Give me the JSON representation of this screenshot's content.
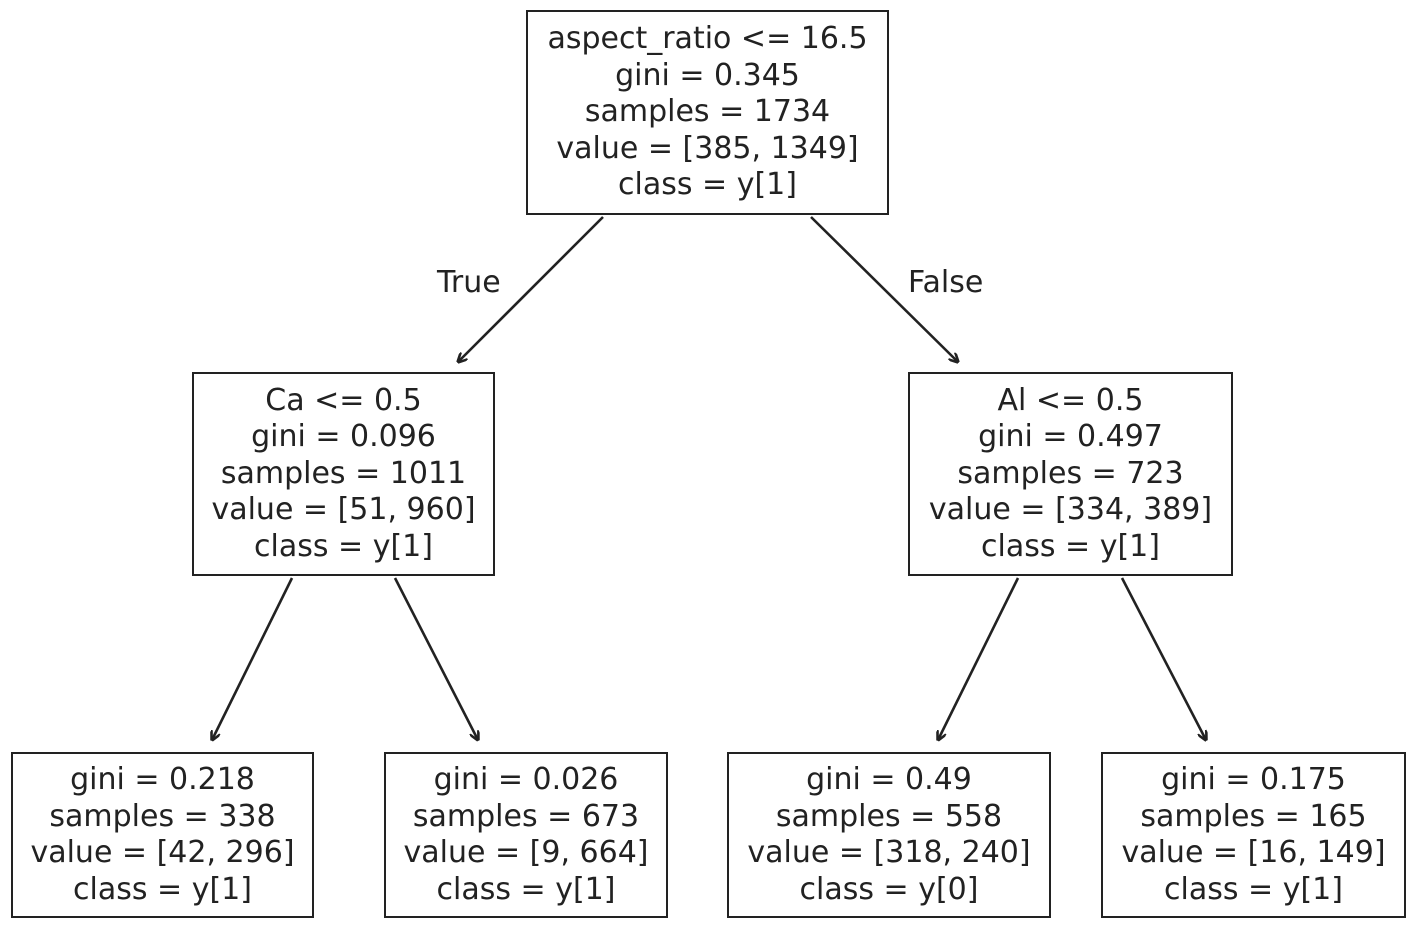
{
  "tree": {
    "nodes": [
      {
        "id": "n0",
        "lines": [
          "aspect_ratio <= 16.5",
          "gini = 0.345",
          "samples = 1734",
          "value = [385, 1349]",
          "class = y[1]"
        ]
      },
      {
        "id": "n1",
        "lines": [
          "Ca <= 0.5",
          "gini = 0.096",
          "samples = 1011",
          "value = [51, 960]",
          "class = y[1]"
        ]
      },
      {
        "id": "n2",
        "lines": [
          "Al <= 0.5",
          "gini = 0.497",
          "samples = 723",
          "value = [334, 389]",
          "class = y[1]"
        ]
      },
      {
        "id": "n3",
        "lines": [
          "gini = 0.218",
          "samples = 338",
          "value = [42, 296]",
          "class = y[1]"
        ]
      },
      {
        "id": "n4",
        "lines": [
          "gini = 0.026",
          "samples = 673",
          "value = [9, 664]",
          "class = y[1]"
        ]
      },
      {
        "id": "n5",
        "lines": [
          "gini = 0.49",
          "samples = 558",
          "value = [318, 240]",
          "class = y[0]"
        ]
      },
      {
        "id": "n6",
        "lines": [
          "gini = 0.175",
          "samples = 165",
          "value = [16, 149]",
          "class = y[1]"
        ]
      }
    ],
    "edges": [
      {
        "from": "n0",
        "to": "n1",
        "label": "True"
      },
      {
        "from": "n0",
        "to": "n2",
        "label": "False"
      },
      {
        "from": "n1",
        "to": "n3",
        "label": ""
      },
      {
        "from": "n1",
        "to": "n4",
        "label": ""
      },
      {
        "from": "n2",
        "to": "n5",
        "label": ""
      },
      {
        "from": "n2",
        "to": "n6",
        "label": ""
      }
    ],
    "colors": {
      "stroke": "#222222",
      "fill": "#ffffff",
      "text": "#222222"
    }
  }
}
